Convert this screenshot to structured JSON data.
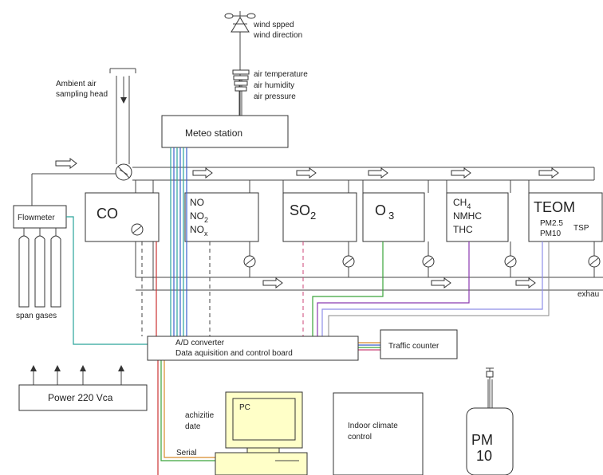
{
  "labels": {
    "wind": [
      "wind spped",
      "wind direction"
    ],
    "air": [
      "air temperature",
      "air humidity",
      "air pressure"
    ],
    "ambient": [
      "Ambient air",
      "sampling head"
    ],
    "meteo": "Meteo station",
    "flowmeter": "Flowmeter",
    "span": "span gases",
    "co": "CO",
    "nox": {
      "no": "NO",
      "no2": "NO",
      "no2_sub": "2",
      "nox": "NO",
      "nox_sub": "x"
    },
    "so2": {
      "main": "SO",
      "sub": "2"
    },
    "o3": {
      "main": "O",
      "sub": "3"
    },
    "hc": {
      "ch": "CH",
      "ch_sub": "4",
      "nmhc": "NMHC",
      "thc": "THC"
    },
    "teom": {
      "title": "TEOM",
      "pm25": "PM2.5",
      "pm10": "PM10",
      "tsp": "TSP"
    },
    "exhaust": "exhau",
    "adc": [
      "A/D converter",
      "Data aquisition and control board"
    ],
    "traffic": "Traffic counter",
    "power": "Power  220 Vca",
    "achizitie": [
      "achizitie",
      "date"
    ],
    "pc": "PC",
    "serial": "Serial",
    "indoor": [
      "Indoor climate",
      "control"
    ],
    "pm": [
      "PM",
      "10"
    ]
  },
  "colors": {
    "teal": "#2aa39b",
    "blue": "#3a5fcd",
    "green": "#3aa33a",
    "purple": "#8b3ab0",
    "red": "#cc3333",
    "pink": "#cc4477",
    "orange": "#d88a2a",
    "lavender": "#8f8fe8",
    "pcyellow": "#ffffc8"
  }
}
